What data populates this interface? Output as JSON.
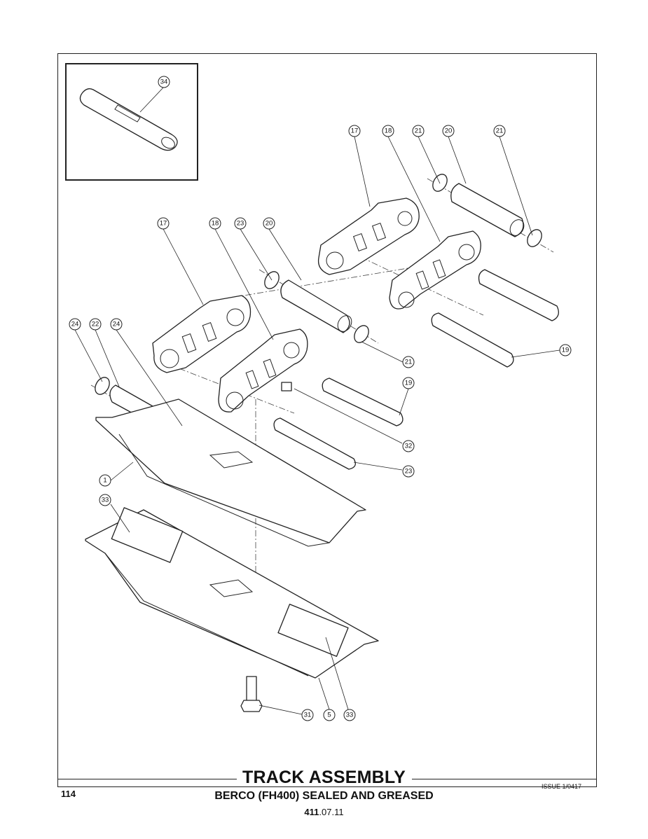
{
  "title": "TRACK ASSEMBLY",
  "subtitle": "BERCO (FH400) SEALED AND GREASED",
  "reference": {
    "bold": "411",
    "rest": ".07.11"
  },
  "page_number": "114",
  "issue": "ISSUE 1/0417",
  "callouts": {
    "c34": "34",
    "c17a": "17",
    "c18a": "18",
    "c21a": "21",
    "c20a": "20",
    "c21b": "21",
    "c17b": "17",
    "c18b": "18",
    "c23a": "23",
    "c20b": "20",
    "c24a": "24",
    "c22": "22",
    "c24b": "24",
    "c21c": "21",
    "c19a": "19",
    "c19b": "19",
    "c32": "32",
    "c23b": "23",
    "c1": "1",
    "c33a": "33",
    "c31": "31",
    "c5": "5",
    "c33b": "33"
  }
}
